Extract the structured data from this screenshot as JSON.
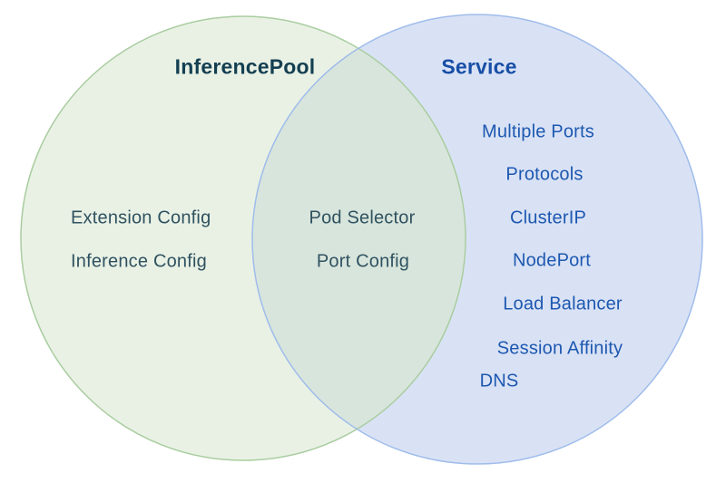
{
  "venn": {
    "left": {
      "title": "InferencePool",
      "items": [
        "Extension Config",
        "Inference Config"
      ]
    },
    "overlap": {
      "items": [
        "Pod Selector",
        "Port Config"
      ]
    },
    "right": {
      "title": "Service",
      "items": [
        "Multiple Ports",
        "Protocols",
        "ClusterIP",
        "NodePort",
        "Load Balancer",
        "Session Affinity",
        "DNS"
      ]
    },
    "colors": {
      "left_circle_fill": "#e9f1e5",
      "left_circle_stroke": "#a9cda0",
      "right_circle_fill": "#d9e2f5",
      "right_circle_stroke": "#9fbceb",
      "overlap_fill": "#d8e5dc",
      "left_title_text": "#143f51",
      "left_item_text": "#2f5260",
      "right_title_text": "#174ea6",
      "right_item_text": "#1d58b0",
      "background": "#ffffff"
    }
  }
}
